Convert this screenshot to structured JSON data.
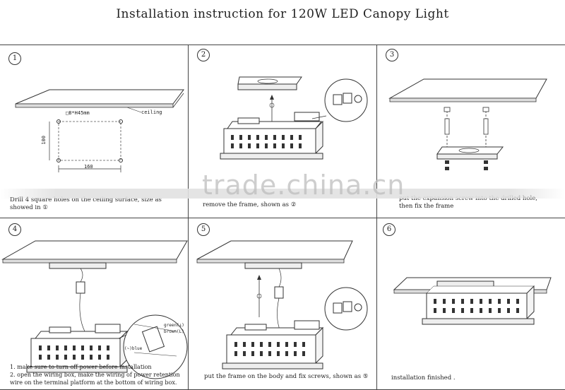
{
  "title": "Installation instruction for 120W LED Canopy Light",
  "watermark": "trade.china.cn",
  "steps": [
    {
      "number": "1",
      "caption": "Drill 4 square holes on the ceiling surface, size as\nshowed in ①",
      "labels": {
        "hole": "□8*H45mm",
        "ceiling": "ceiling",
        "dim_v": "100",
        "dim_h": "160"
      }
    },
    {
      "number": "2",
      "caption": "remove the frame, shown as ②"
    },
    {
      "number": "3",
      "caption": "put the expansion screw into the drilled hole,\nthen fix the frame"
    },
    {
      "number": "4",
      "caption": "1. make sure to turn off power before installation\n2. open the wiring box, make the wiring of power retention\nwire on the terminal platform at the bottom of wiring box.",
      "labels": {
        "green": "green(⊥)",
        "brown": "brown(L)",
        "blue": "(~)blue"
      }
    },
    {
      "number": "5",
      "caption": "put the frame on the body and fix screws, shown as ⑤"
    },
    {
      "number": "6",
      "caption": "installation finished ."
    }
  ]
}
